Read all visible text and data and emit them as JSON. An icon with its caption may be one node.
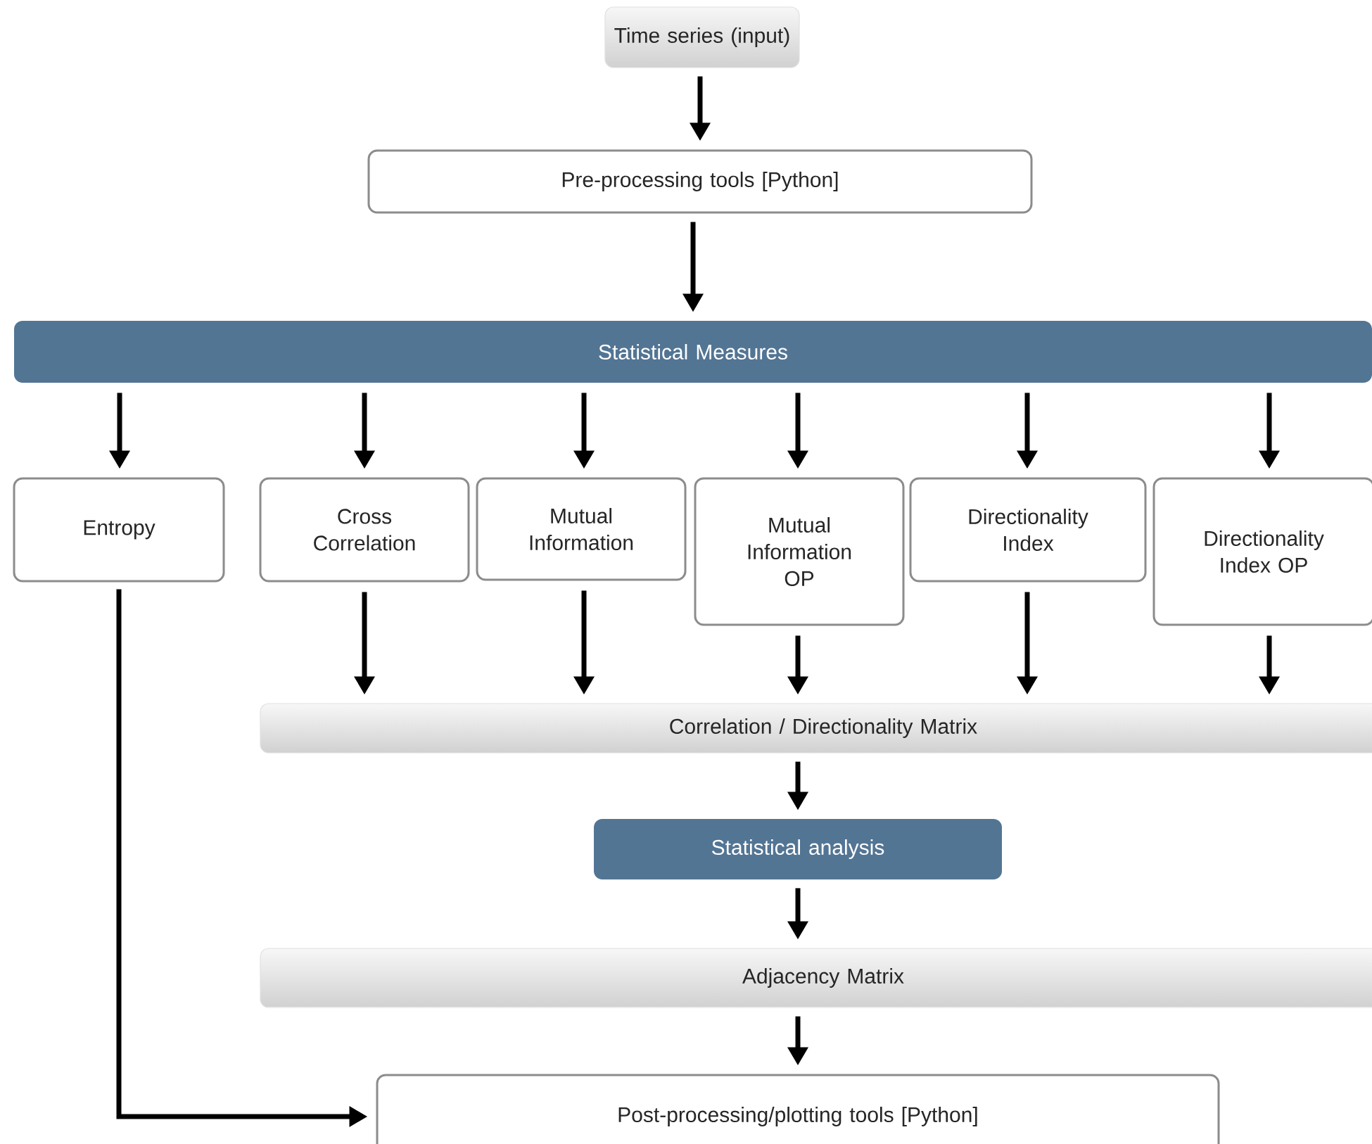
{
  "diagram": {
    "nodes": [
      {
        "text": [
          "Time series (input)"
        ]
      },
      {
        "text": [
          "Pre-processing tools [Python]"
        ]
      },
      {
        "text": [
          "Statistical Measures"
        ]
      },
      {
        "text": [
          "Entropy"
        ]
      },
      {
        "text": [
          "Cross Correlation"
        ]
      },
      {
        "text": [
          "Mutual Information"
        ]
      },
      {
        "text": [
          "Mutual Information OP"
        ]
      },
      {
        "text": [
          "Directionality Index"
        ]
      },
      {
        "text": [
          "Directionality Index OP"
        ]
      },
      {
        "text": [
          "Correlation / Directionality Matrix"
        ]
      },
      {
        "text": [
          "Statistical analysis"
        ]
      },
      {
        "text": [
          "Adjacency Matrix"
        ]
      },
      {
        "text": [
          "Post-processing/plotting tools [Python]"
        ]
      }
    ],
    "edges": [
      {
        "from": 0,
        "to": 1,
        "arrow": "to"
      },
      {
        "from": 1,
        "to": 2,
        "arrow": "to"
      },
      {
        "from": 2,
        "to": 3,
        "arrow": "to"
      },
      {
        "from": 2,
        "to": 4,
        "arrow": "to"
      },
      {
        "from": 2,
        "to": 5,
        "arrow": "to"
      },
      {
        "from": 2,
        "to": 6,
        "arrow": "to"
      },
      {
        "from": 2,
        "to": 7,
        "arrow": "to"
      },
      {
        "from": 2,
        "to": 8,
        "arrow": "to"
      },
      {
        "from": 4,
        "to": 9,
        "arrow": "to"
      },
      {
        "from": 5,
        "to": 9,
        "arrow": "to"
      },
      {
        "from": 6,
        "to": 9,
        "arrow": "to"
      },
      {
        "from": 7,
        "to": 9,
        "arrow": "to"
      },
      {
        "from": 8,
        "to": 9,
        "arrow": "to"
      },
      {
        "from": 9,
        "to": 10,
        "arrow": "to"
      },
      {
        "from": 10,
        "to": 11,
        "arrow": "to"
      },
      {
        "from": 11,
        "to": 12,
        "arrow": "to"
      },
      {
        "from": 3,
        "to": 12,
        "arrow": "to"
      }
    ]
  }
}
